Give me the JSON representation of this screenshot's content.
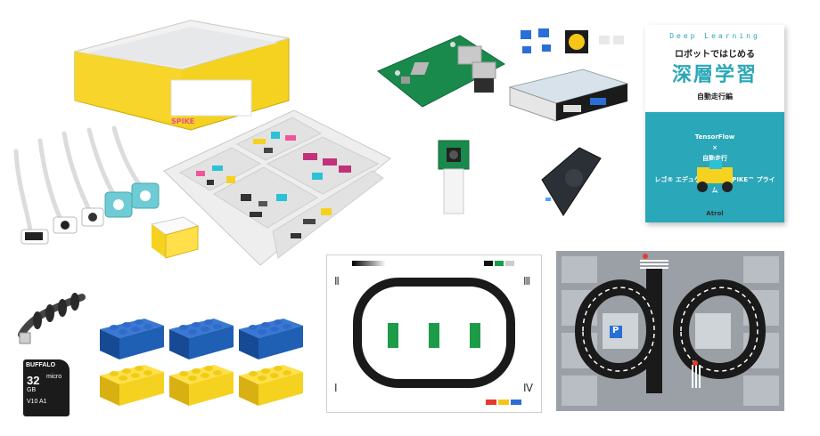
{
  "book": {
    "series": "Deep Learning",
    "subtitle": "ロボットではじめる",
    "title": "深層学習",
    "edition": "自動走行編",
    "keywords": [
      "TensorFlow",
      "×",
      "自動走行",
      "×",
      "レゴ® エデュケーション SPIKE™ プライム"
    ],
    "publisher": "Atrol"
  },
  "kit_box": {
    "brand": "SPIKE"
  },
  "sd_card": {
    "brand": "BUFFALO",
    "capacity": "32",
    "unit": "GB",
    "type": "micro",
    "speed": "V10 A1"
  },
  "course_map": {
    "corner_labels": [
      "Ⅱ",
      "Ⅲ",
      "Ⅰ",
      "Ⅳ"
    ]
  },
  "city_map": {
    "parking_sign": "P"
  },
  "colors": {
    "lego_yellow": "#f5d21f",
    "lego_blue": "#1f5fb4",
    "book_teal": "#2aa7b8",
    "pi_green": "#1a8a4c",
    "track_black": "#1a1a1a",
    "lane_green": "#1c9c48"
  }
}
